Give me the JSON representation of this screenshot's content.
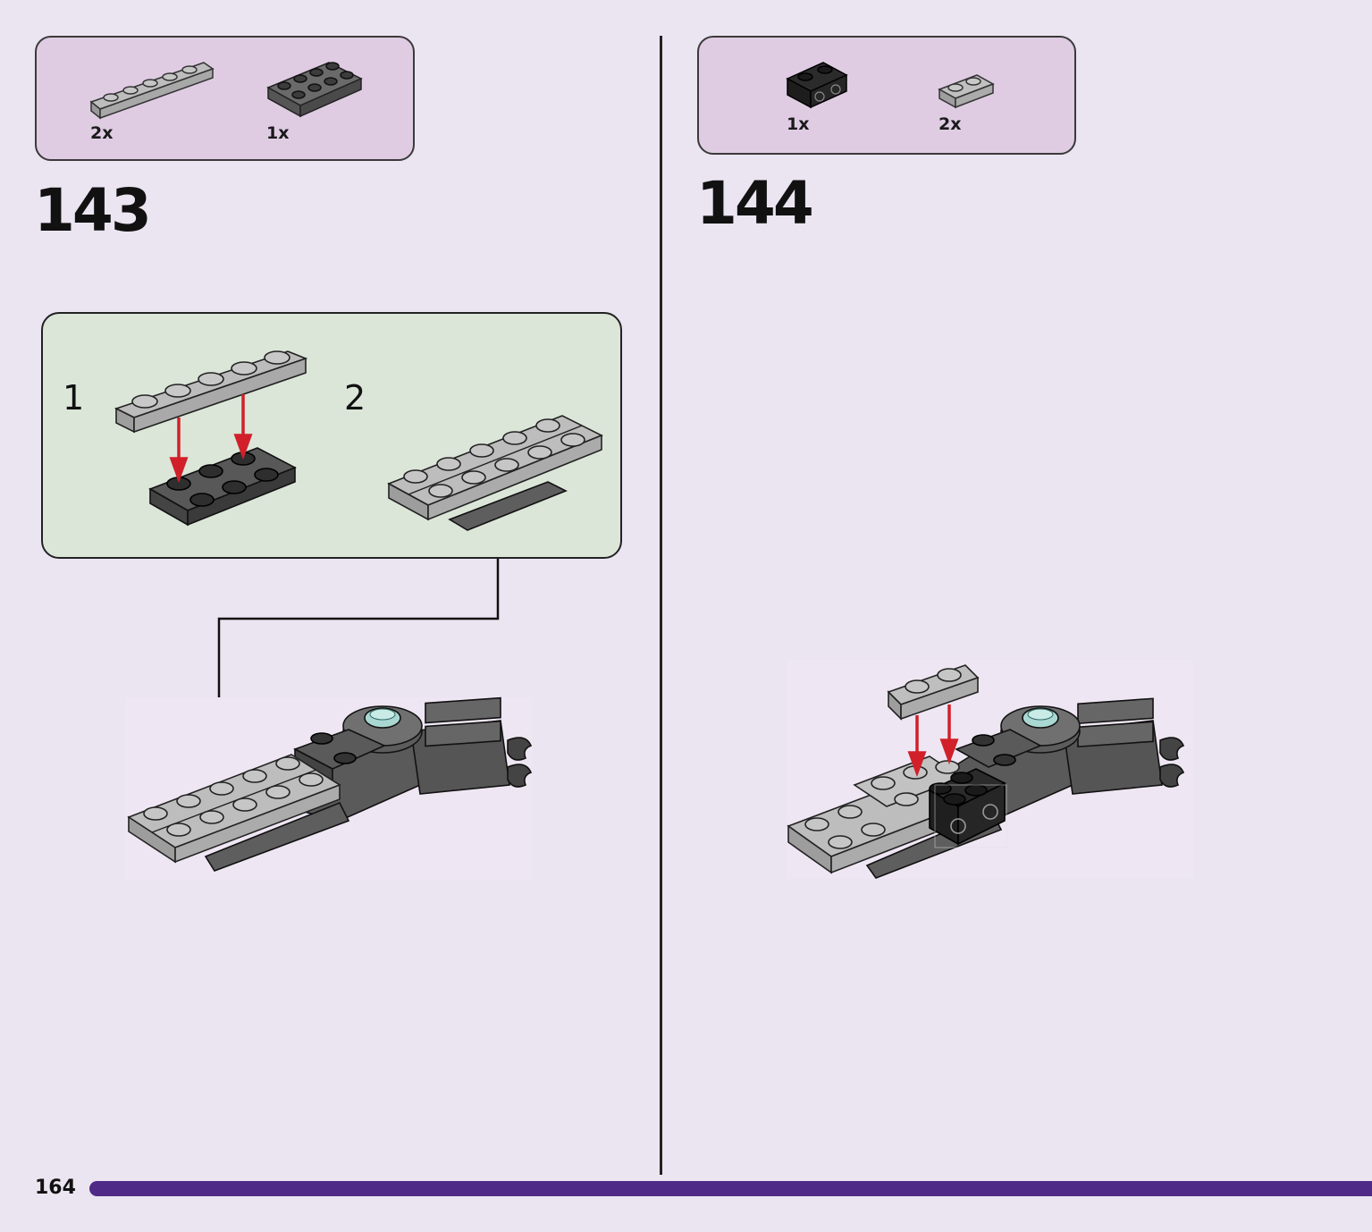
{
  "page": {
    "number": "164",
    "accent_color": "#4f2a86",
    "background_color": "#ebe4f1"
  },
  "steps": [
    {
      "number": "143",
      "parts": [
        {
          "name": "light-gray-plate-1x6",
          "qty": "2x"
        },
        {
          "name": "dark-gray-plate-2x4",
          "qty": "1x"
        }
      ],
      "sub_steps": [
        {
          "number": "1"
        },
        {
          "number": "2"
        }
      ]
    },
    {
      "number": "144",
      "parts": [
        {
          "name": "black-bracket-2x2",
          "qty": "1x"
        },
        {
          "name": "light-gray-plate-1x2",
          "qty": "2x"
        }
      ]
    }
  ]
}
